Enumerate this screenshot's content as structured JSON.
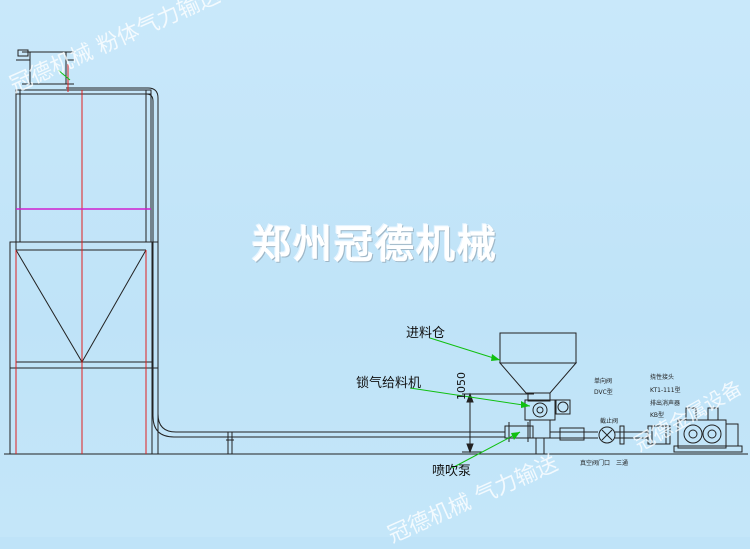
{
  "watermarks": {
    "center": "郑州冠德机械",
    "top_left": "冠德机械  粉体气力输送",
    "bottom": "冠德机械  气力输送",
    "bottom_right": "冠德金属设备"
  },
  "labels": {
    "feed_bin": "进料仓",
    "airlock_feeder": "锁气给料机",
    "blower_pump": "喷吹泵",
    "dimension": "1050"
  },
  "small_labels": {
    "check_valve": "单向阀",
    "dvc_type": "DVC型",
    "flex_joint": "挠性接头",
    "kt_type": "KT1-111型",
    "silencer": "排出消声器",
    "kb_type": "KB型",
    "vacuum_valve": "真空阀门口",
    "three_way": "三通",
    "valve": "截止阀"
  },
  "colors": {
    "background": "#bfe3f8",
    "line": "#222222",
    "red_centerline": "#e02020",
    "magenta": "#d020d0",
    "green_leader": "#10c010"
  }
}
